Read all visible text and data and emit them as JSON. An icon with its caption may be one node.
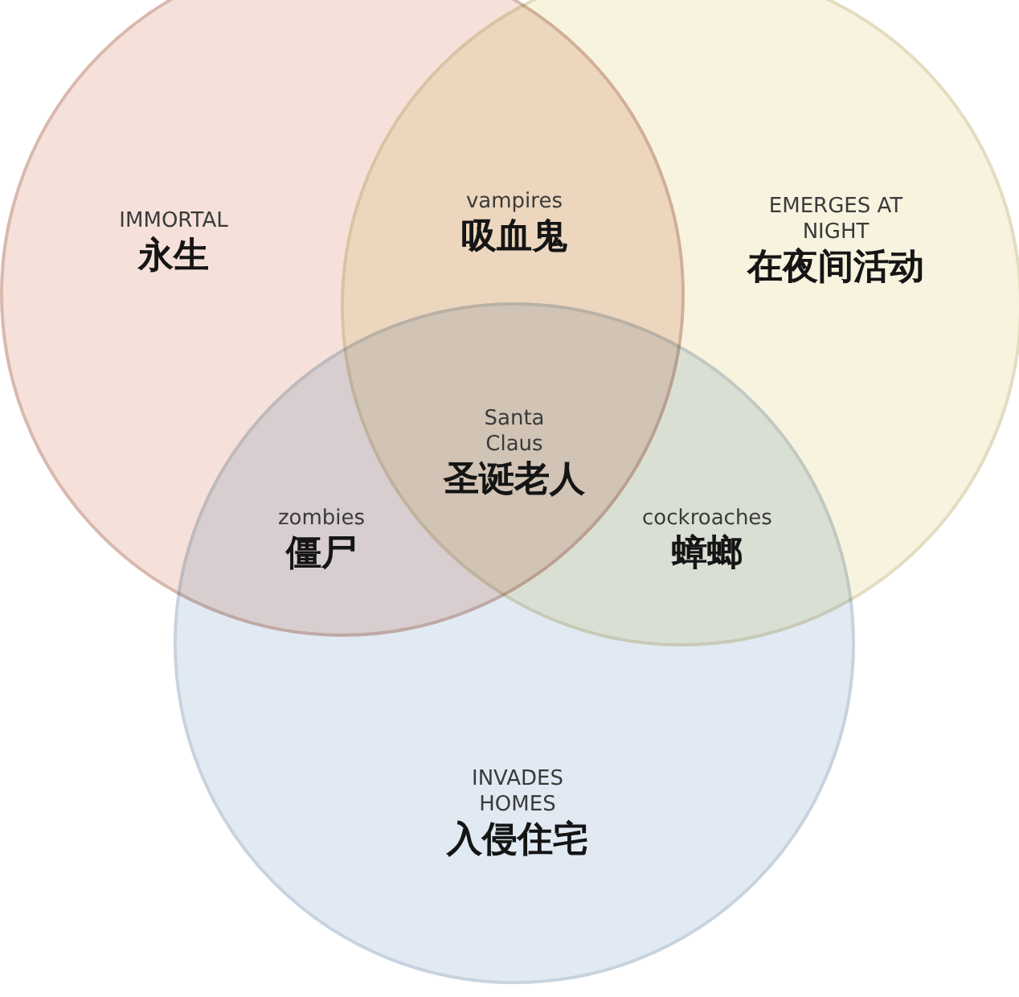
{
  "diagram": {
    "nodes": [
      {
        "text": [
          "IMMORTAL",
          "永生"
        ]
      },
      {
        "text": [
          "EMERGES AT NIGHT",
          "在夜间活动"
        ]
      },
      {
        "text": [
          "INVADES HOMES",
          "入侵住宅"
        ]
      }
    ],
    "labels": [
      "vampires",
      "吸血鬼",
      "Santa Claus",
      "圣诞老人",
      "zombies",
      "僵尸",
      "cockroaches",
      "蟑螂"
    ]
  }
}
